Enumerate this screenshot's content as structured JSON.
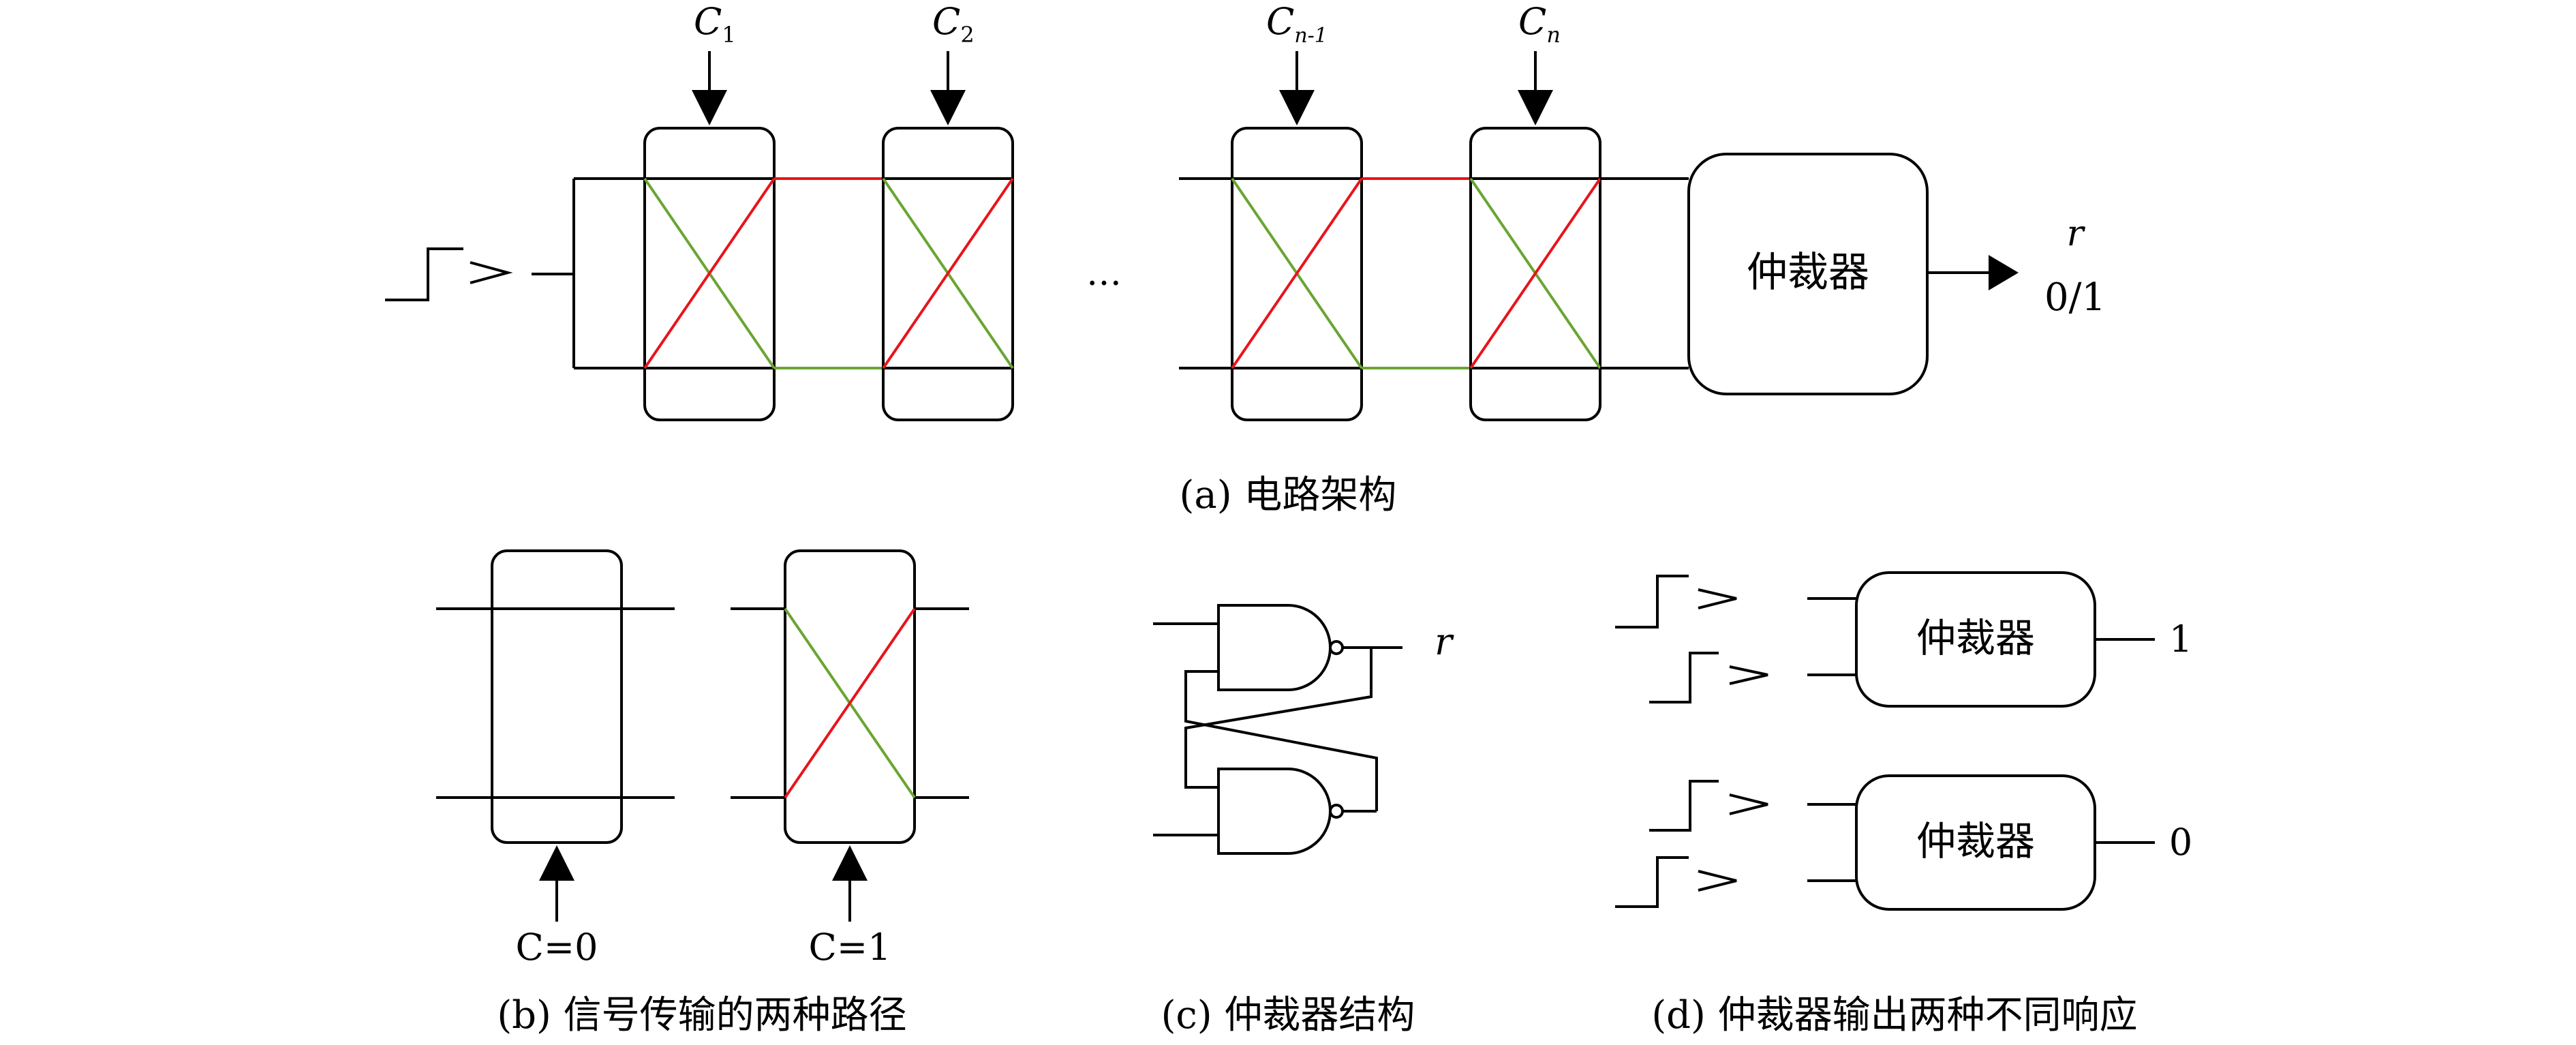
{
  "panel_a": {
    "control_labels": [
      {
        "base": "C",
        "sub": "1"
      },
      {
        "base": "C",
        "sub": "2"
      },
      {
        "base": "C",
        "sub": "n-1"
      },
      {
        "base": "C",
        "sub": "n"
      }
    ],
    "ellipsis": "…",
    "arbiter_label": "仲裁器",
    "output_symbol": "r",
    "output_value": "0/1",
    "caption": "(a) 电路架构"
  },
  "panel_b": {
    "label_straight": "C=0",
    "label_cross": "C=1",
    "caption": "(b) 信号传输的两种路径"
  },
  "panel_c": {
    "output_symbol": "r",
    "caption": "(c) 仲裁器结构"
  },
  "panel_d": {
    "arbiter_label_top": "仲裁器",
    "arbiter_label_bottom": "仲裁器",
    "output_top": "1",
    "output_bottom": "0",
    "caption": "(d) 仲裁器输出两种不同响应"
  },
  "colors": {
    "path_red": "#e8141b",
    "path_green": "#6aa532",
    "line": "#000000"
  }
}
